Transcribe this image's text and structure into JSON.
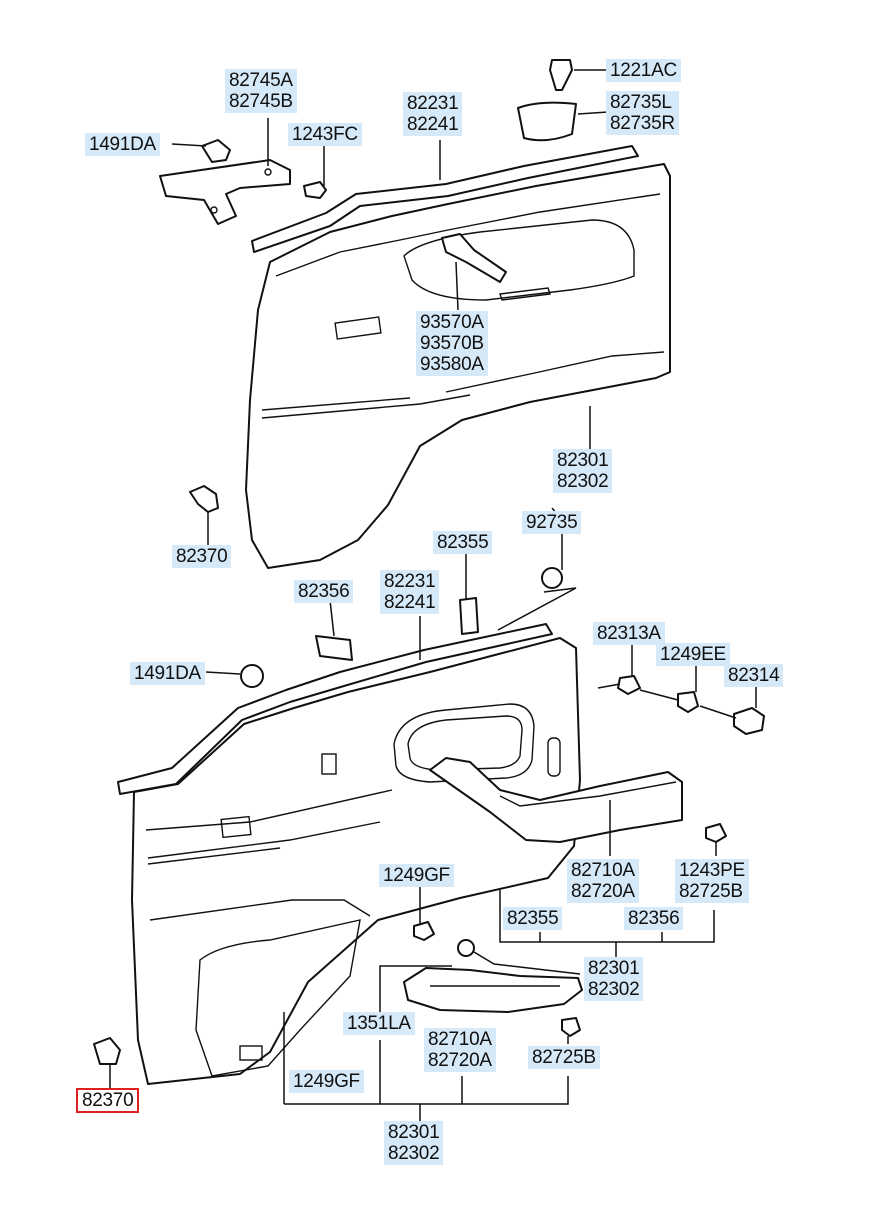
{
  "labels": {
    "l_82745": {
      "lines": [
        "82745A",
        "82745B"
      ]
    },
    "l_82231_top": {
      "lines": [
        "82231",
        "82241"
      ]
    },
    "l_1221ac": {
      "lines": [
        "1221AC"
      ]
    },
    "l_82735": {
      "lines": [
        "82735L",
        "82735R"
      ]
    },
    "l_1491da_top": {
      "lines": [
        "1491DA"
      ]
    },
    "l_1243fc": {
      "lines": [
        "1243FC"
      ]
    },
    "l_93570": {
      "lines": [
        "93570A",
        "93570B",
        "93580A"
      ]
    },
    "l_82301_top": {
      "lines": [
        "82301",
        "82302"
      ]
    },
    "l_82370_top": {
      "lines": [
        "82370"
      ]
    },
    "l_82355_mid": {
      "lines": [
        "82355"
      ]
    },
    "l_92735": {
      "lines": [
        "92735"
      ]
    },
    "l_82356_mid": {
      "lines": [
        "82356"
      ]
    },
    "l_82231_mid": {
      "lines": [
        "82231",
        "82241"
      ]
    },
    "l_82313a": {
      "lines": [
        "82313A"
      ]
    },
    "l_1249ee": {
      "lines": [
        "1249EE"
      ]
    },
    "l_82314": {
      "lines": [
        "82314"
      ]
    },
    "l_1491da_mid": {
      "lines": [
        "1491DA"
      ]
    },
    "l_82710_right": {
      "lines": [
        "82710A",
        "82720A"
      ]
    },
    "l_1243pe": {
      "lines": [
        "1243PE",
        "82725B"
      ]
    },
    "l_1249gf_top": {
      "lines": [
        "1249GF"
      ]
    },
    "l_82355_low": {
      "lines": [
        "82355"
      ]
    },
    "l_82356_low": {
      "lines": [
        "82356"
      ]
    },
    "l_82301_mid": {
      "lines": [
        "82301",
        "82302"
      ]
    },
    "l_1351la": {
      "lines": [
        "1351LA"
      ]
    },
    "l_82710_low": {
      "lines": [
        "82710A",
        "82720A"
      ]
    },
    "l_82725b_low": {
      "lines": [
        "82725B"
      ]
    },
    "l_1249gf_low": {
      "lines": [
        "1249GF"
      ]
    },
    "l_82370_low": {
      "lines": [
        "82370"
      ]
    },
    "l_82301_bottom": {
      "lines": [
        "82301",
        "82302"
      ]
    }
  },
  "selected_label": "l_82370_low",
  "colors": {
    "label_bg": "#d6e9f8",
    "highlight_border": "#e02020",
    "line": "#111111"
  }
}
